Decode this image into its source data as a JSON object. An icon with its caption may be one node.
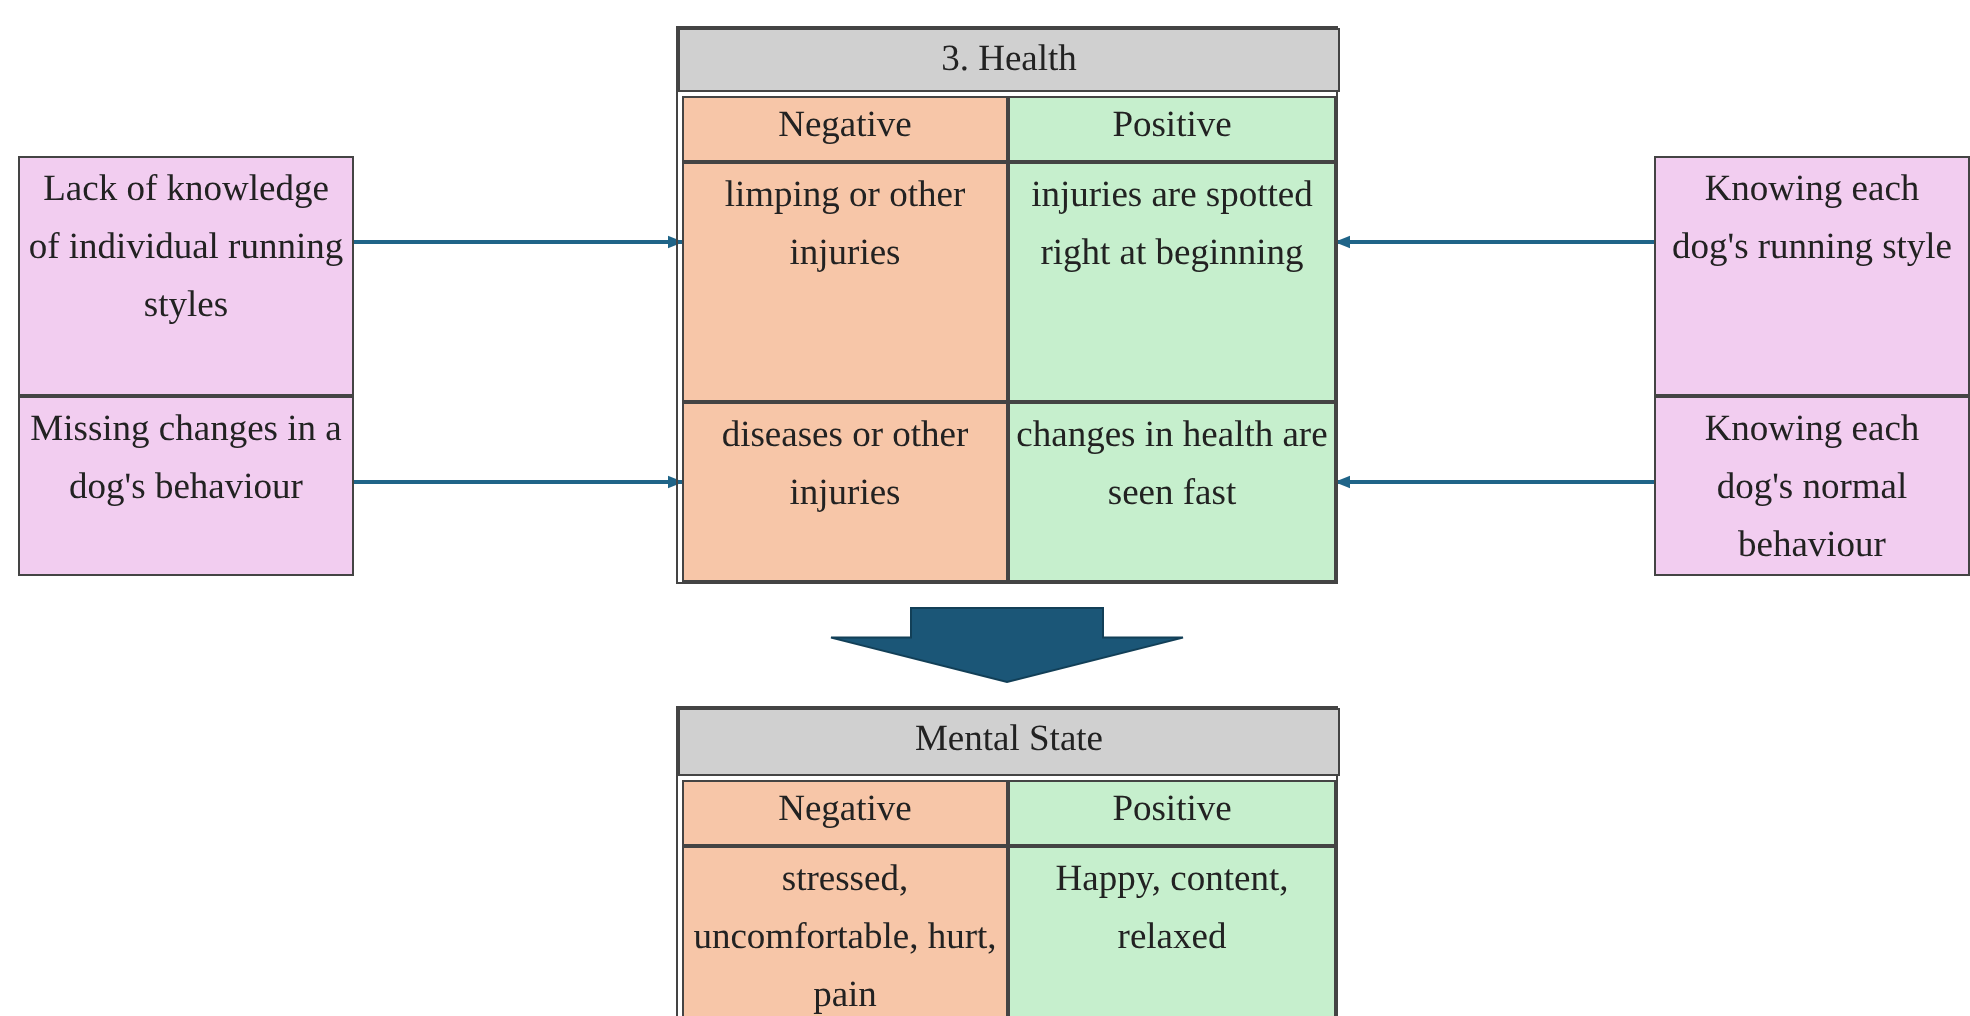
{
  "diagram": {
    "nodes": [
      {
        "text": [
          "3. Health"
        ]
      },
      {
        "text": [
          "Negative"
        ],
        "in": 0
      },
      {
        "text": [
          "Positive"
        ],
        "in": 0
      },
      {
        "text": [
          "limping or other injuries"
        ],
        "in": 0
      },
      {
        "text": [
          "injuries are spotted right at beginning"
        ],
        "in": 0
      },
      {
        "text": [
          "diseases or other injuries"
        ],
        "in": 0
      },
      {
        "text": [
          "changes in health are seen fast"
        ],
        "in": 0
      },
      {
        "text": [
          "Lack of knowledge of individual running styles"
        ]
      },
      {
        "text": [
          "Missing changes in a dog's behaviour"
        ]
      },
      {
        "text": [
          "Knowing each dog's running style"
        ]
      },
      {
        "text": [
          "Knowing each dog's normal behaviour"
        ]
      },
      {
        "text": [
          "Mental State"
        ]
      },
      {
        "text": [
          "Negative"
        ],
        "in": 11
      },
      {
        "text": [
          "Positive"
        ],
        "in": 11
      },
      {
        "text": [
          "stressed, uncomfortable, hurt, pain"
        ],
        "in": 11
      },
      {
        "text": [
          "Happy, content, relaxed"
        ],
        "in": 11
      }
    ],
    "edges": [
      {
        "from": 7,
        "to": 3,
        "arrow": "to"
      },
      {
        "from": 8,
        "to": 5,
        "arrow": "to"
      },
      {
        "from": 9,
        "to": 4,
        "arrow": "to"
      },
      {
        "from": 10,
        "to": 6,
        "arrow": "to"
      },
      {
        "from": 0,
        "to": 11,
        "arrow": "to",
        "style": "thick",
        "color": "#1b5677"
      }
    ]
  }
}
